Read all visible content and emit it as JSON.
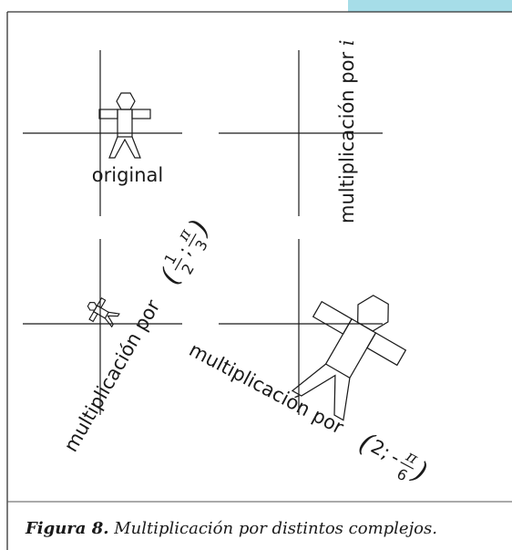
{
  "labels": {
    "original": "original",
    "mult_i_text": "multiplicación por ",
    "mult_i_var": "i",
    "mult_q3_text": "multiplicación por",
    "mult_q3_frac1_num": "1",
    "mult_q3_frac1_den": "2",
    "mult_q3_sep": ";",
    "mult_q3_frac2_num": "π",
    "mult_q3_frac2_den": "3",
    "mult_q4_text": "multiplicación por",
    "mult_q4_arg1": "2;",
    "mult_q4_minus": "-",
    "mult_q4_frac_num": "π",
    "mult_q4_frac_den": "6",
    "paren_open": "(",
    "paren_close": ")"
  },
  "caption": {
    "label": "Figura 8.",
    "text": " Multiplicación por distintos complejos."
  },
  "colors": {
    "tab_accent": "#a6dde8",
    "line": "#1a1a1a",
    "border": "#333333"
  }
}
